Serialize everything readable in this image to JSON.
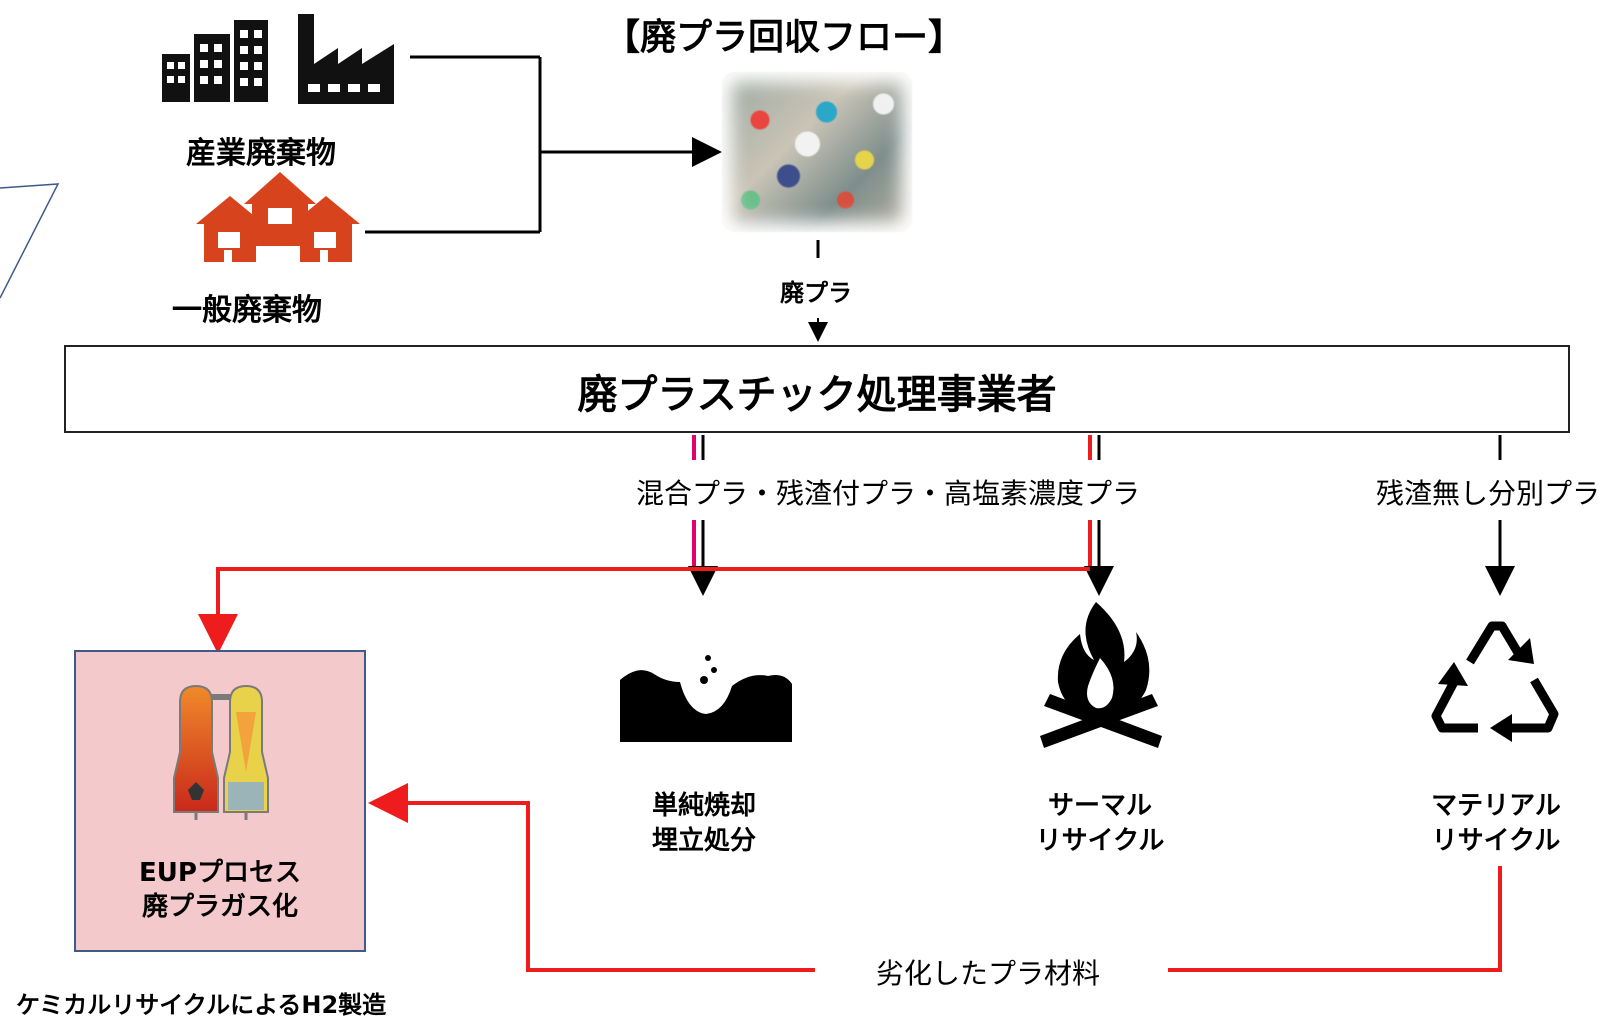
{
  "title": "【廃プラ回収フロー】",
  "sources": {
    "industrial": "産業廃棄物",
    "household": "一般廃棄物"
  },
  "waste_plastic_label": "廃プラ",
  "processor_label": "廃プラスチック処理事業者",
  "mixed_plastics_label": "混合プラ・残渣付プラ・高塩素濃度プラ",
  "sorted_plastics_label": "残渣無し分別プラ",
  "eup": {
    "line1": "EUPプロセス",
    "line2": "廃プラガス化"
  },
  "chemical_recycling_label": "ケミカルリサイクルによるH2製造",
  "incineration": {
    "line1": "単純焼却",
    "line2": "埋立処分"
  },
  "thermal": {
    "line1": "サーマル",
    "line2": "リサイクル"
  },
  "material": {
    "line1": "マテリアル",
    "line2": "リサイクル"
  },
  "degraded_label": "劣化したプラ材料",
  "icons": [
    "building-icon",
    "factory-icon",
    "houses-icon",
    "waste-photo",
    "landfill-icon",
    "campfire-icon",
    "recycle-icon",
    "gasifier-icon"
  ],
  "colors": {
    "red": "#ee1c1c",
    "pink": "#e2006a",
    "box_fill": "#f3c9cc",
    "box_border": "#3d5a8a",
    "house": "#d7431c"
  }
}
